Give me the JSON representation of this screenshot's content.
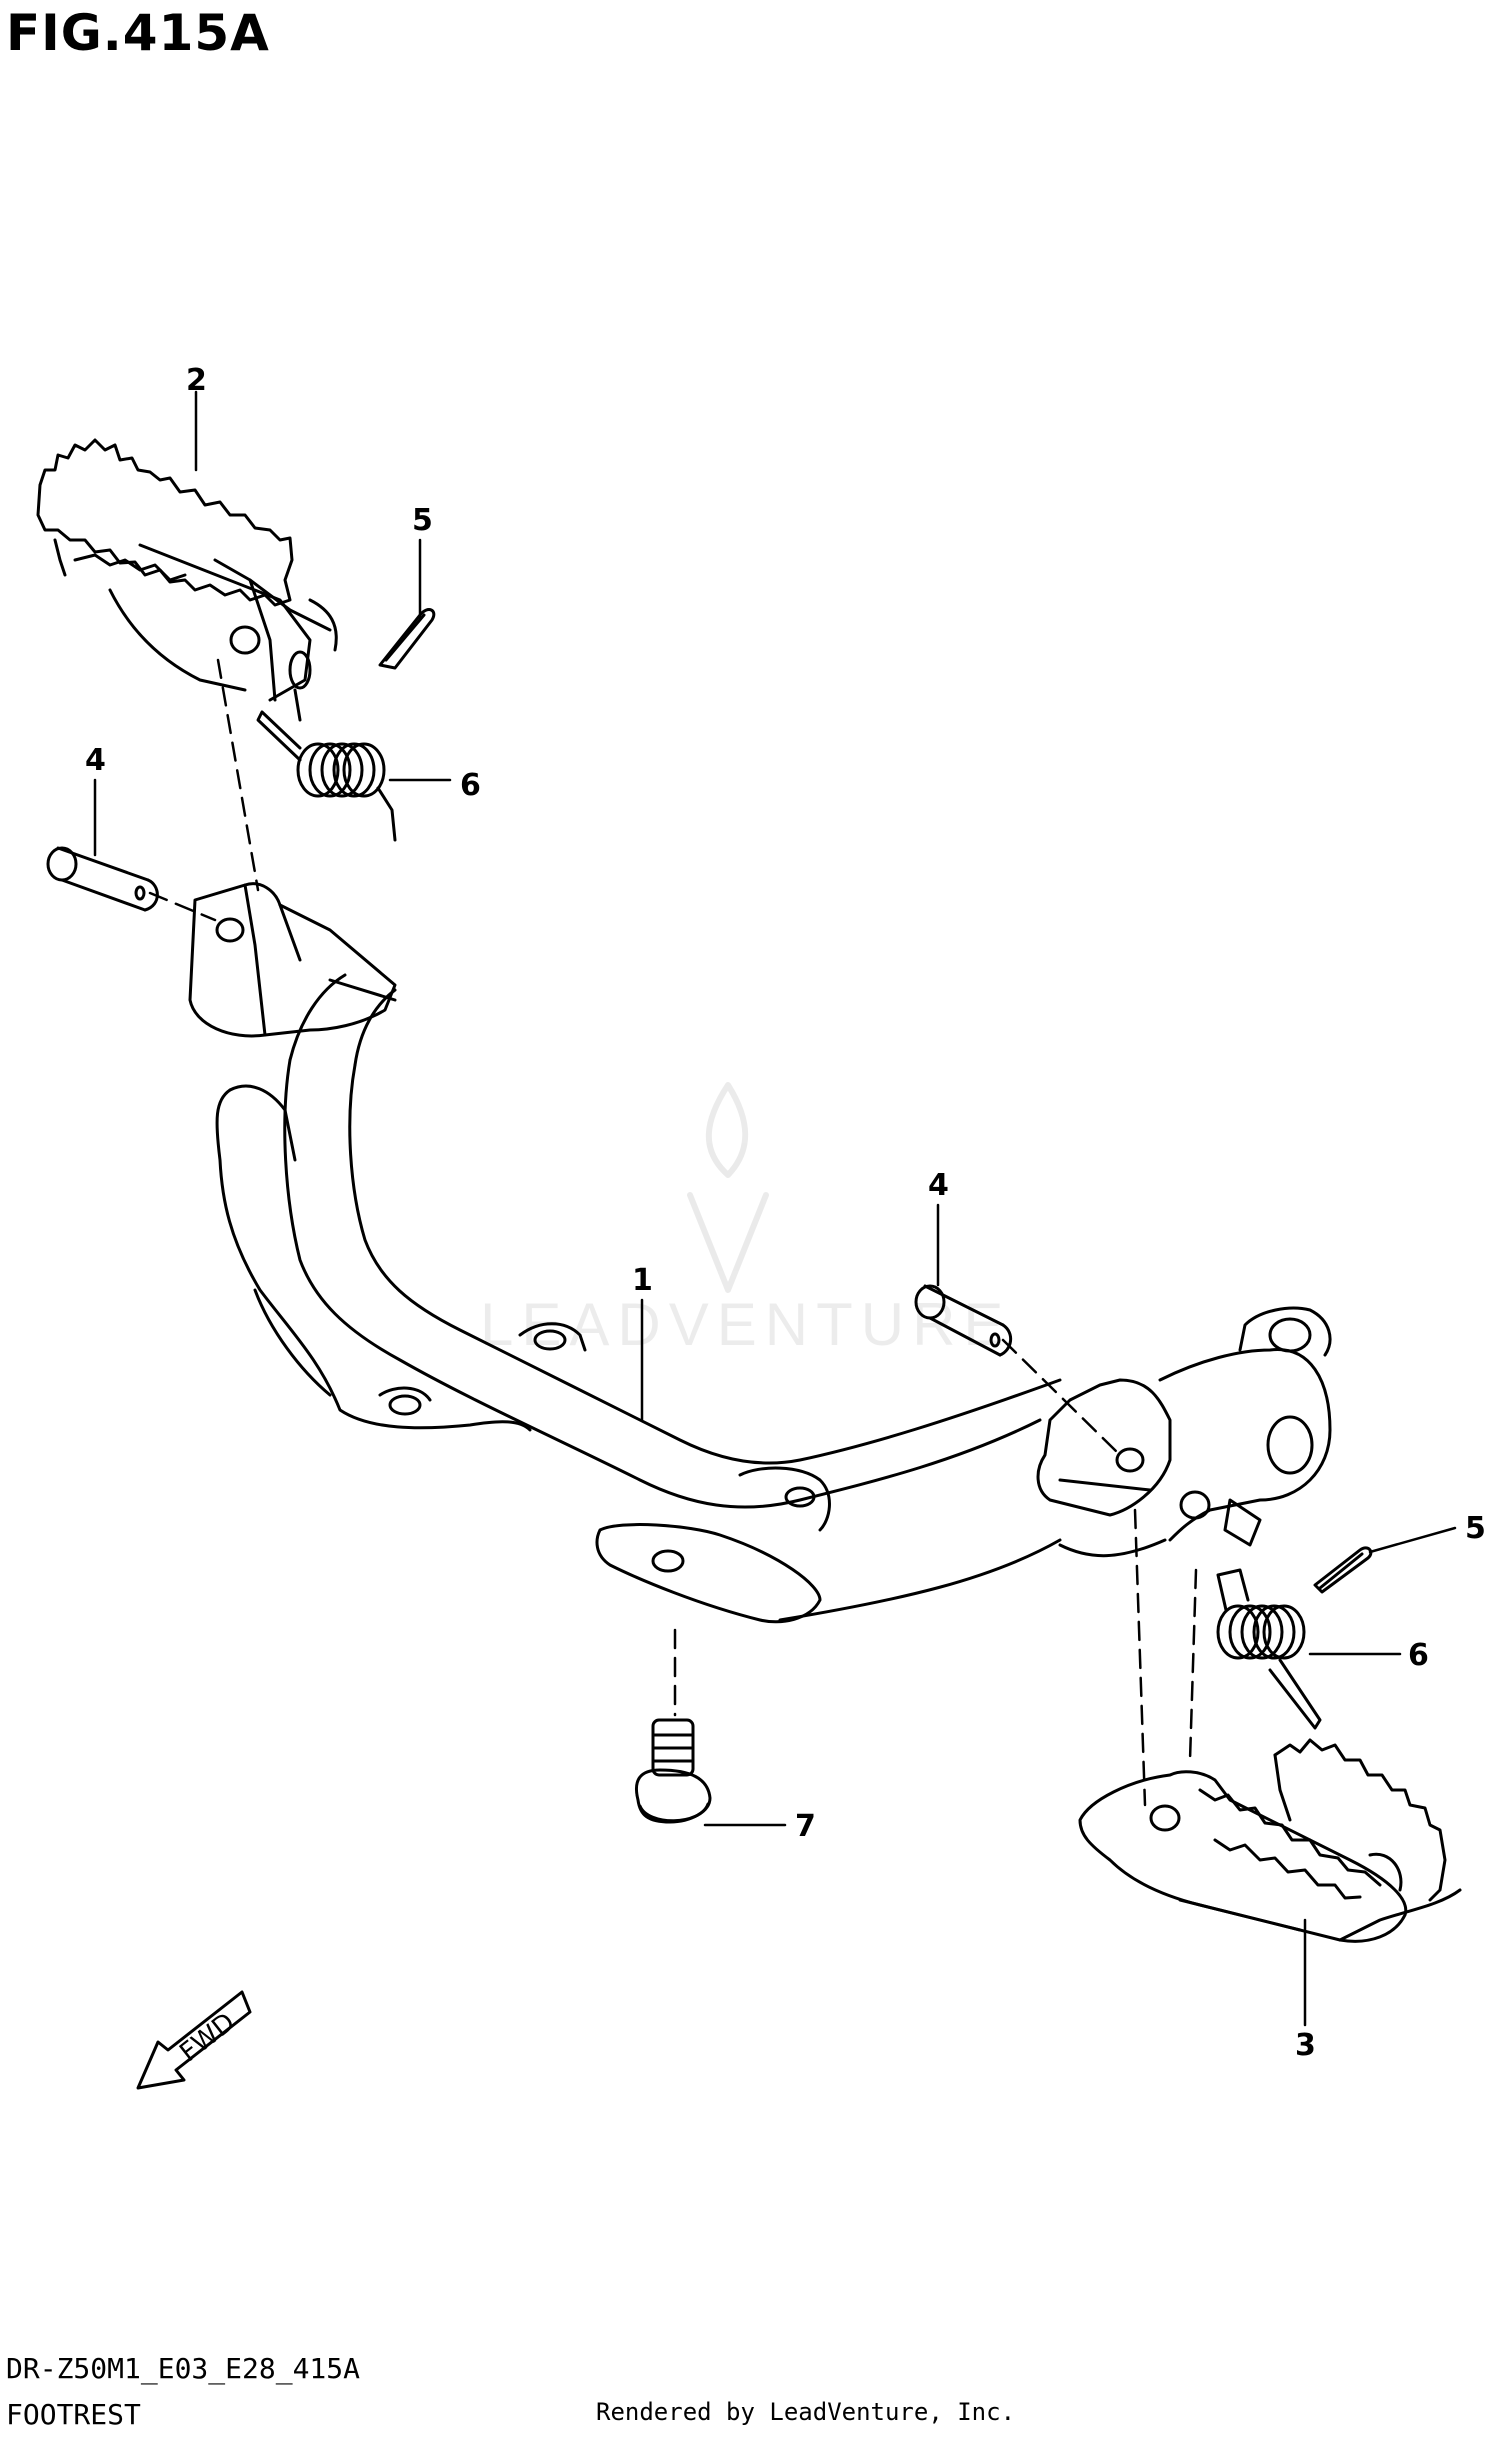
{
  "figure": {
    "title": "FIG.415A",
    "code": "DR-Z50M1_E03_E28_415A",
    "name": "FOOTREST",
    "rendered_by": "Rendered by LeadVenture, Inc.",
    "watermark": "LEADVENTURE",
    "fwd_label": "FWD"
  },
  "callouts": [
    {
      "id": "2",
      "label": "2"
    },
    {
      "id": "5a",
      "label": "5"
    },
    {
      "id": "4a",
      "label": "4"
    },
    {
      "id": "6a",
      "label": "6"
    },
    {
      "id": "4b",
      "label": "4"
    },
    {
      "id": "1",
      "label": "1"
    },
    {
      "id": "5b",
      "label": "5"
    },
    {
      "id": "6b",
      "label": "6"
    },
    {
      "id": "7",
      "label": "7"
    },
    {
      "id": "3",
      "label": "3"
    }
  ],
  "colors": {
    "line": "#000000",
    "background": "#ffffff"
  }
}
